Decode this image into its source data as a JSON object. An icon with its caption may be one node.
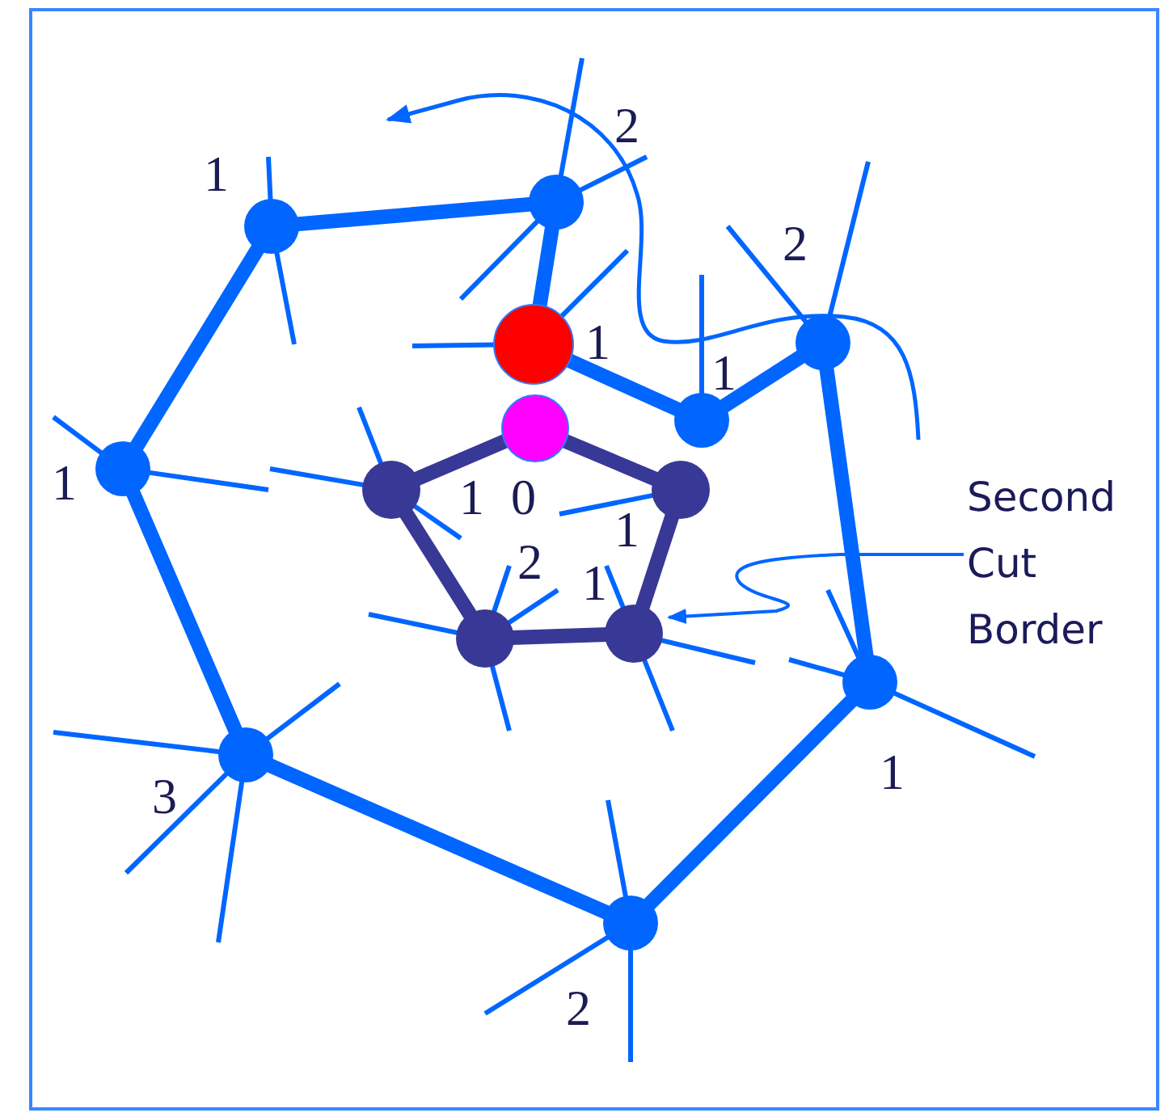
{
  "diagram": {
    "nodes": [
      {
        "text": [],
        "shape": "circle",
        "beside": [
          "2"
        ]
      },
      {
        "text": [],
        "shape": "circle",
        "beside": [
          "1"
        ]
      },
      {
        "text": [],
        "shape": "circle",
        "beside": [
          "2"
        ]
      },
      {
        "text": [],
        "shape": "circle",
        "beside": [
          "1"
        ]
      },
      {
        "text": [],
        "shape": "circle",
        "beside": [
          "1"
        ]
      },
      {
        "text": [],
        "shape": "circle",
        "beside": [
          "0"
        ]
      },
      {
        "text": [],
        "shape": "circle",
        "beside": [
          "1"
        ]
      },
      {
        "text": [],
        "shape": "circle",
        "beside": [
          "1"
        ]
      },
      {
        "text": [],
        "shape": "circle",
        "beside": [
          "1"
        ]
      },
      {
        "text": [
          "Second Cut Border"
        ]
      },
      {
        "text": [],
        "shape": "circle",
        "beside": [
          "1"
        ]
      },
      {
        "text": [],
        "shape": "circle",
        "beside": [
          "2"
        ]
      },
      {
        "text": [],
        "shape": "circle",
        "beside": [
          "1"
        ]
      },
      {
        "text": [],
        "shape": "circle",
        "beside": [
          "3"
        ]
      },
      {
        "text": [],
        "shape": "circle",
        "beside": [
          "2"
        ]
      }
    ],
    "edges": [
      {
        "from": 1,
        "to": 0,
        "arrow": "none",
        "style": "thick"
      },
      {
        "from": 0,
        "to": 3,
        "arrow": "none",
        "style": "thick"
      },
      {
        "from": 3,
        "to": 4,
        "arrow": "none",
        "style": "thick"
      },
      {
        "from": 4,
        "to": 2,
        "arrow": "none",
        "style": "thick"
      },
      {
        "from": 2,
        "to": 12,
        "arrow": "none",
        "style": "thick"
      },
      {
        "from": 12,
        "to": 14,
        "arrow": "none",
        "style": "thick"
      },
      {
        "from": 14,
        "to": 13,
        "arrow": "none",
        "style": "thick"
      },
      {
        "from": 13,
        "to": 6,
        "arrow": "none",
        "style": "thick"
      },
      {
        "from": 6,
        "to": 1,
        "arrow": "none",
        "style": "thick"
      },
      {
        "from": 5,
        "to": 7,
        "arrow": "none",
        "style": "thick",
        "color": "#383896"
      },
      {
        "from": 5,
        "to": 8,
        "arrow": "none",
        "style": "thick",
        "color": "#383896"
      },
      {
        "from": 7,
        "to": 11,
        "arrow": "none",
        "style": "thick",
        "color": "#383896"
      },
      {
        "from": 11,
        "to": 10,
        "arrow": "none",
        "style": "thick",
        "color": "#383896"
      },
      {
        "from": 10,
        "to": 8,
        "arrow": "none",
        "style": "thick",
        "color": "#383896"
      },
      {
        "from": 9,
        "to": 10,
        "arrow": "to"
      },
      {
        "from": 0,
        "to": null,
        "arrow": "none"
      },
      {
        "from": 0,
        "to": null,
        "arrow": "none"
      },
      {
        "from": 0,
        "to": null,
        "arrow": "none"
      },
      {
        "from": 1,
        "to": null,
        "arrow": "none"
      },
      {
        "from": 1,
        "to": null,
        "arrow": "none"
      },
      {
        "from": 2,
        "to": null,
        "arrow": "none"
      },
      {
        "from": 2,
        "to": null,
        "arrow": "none"
      },
      {
        "from": 3,
        "to": null,
        "arrow": "none"
      },
      {
        "from": 3,
        "to": null,
        "arrow": "none"
      },
      {
        "from": 4,
        "to": null,
        "arrow": "none"
      },
      {
        "from": 6,
        "to": null,
        "arrow": "none"
      },
      {
        "from": 6,
        "to": null,
        "arrow": "none"
      },
      {
        "from": 7,
        "to": null,
        "arrow": "none"
      },
      {
        "from": 7,
        "to": null,
        "arrow": "none"
      },
      {
        "from": 7,
        "to": null,
        "arrow": "none"
      },
      {
        "from": 8,
        "to": null,
        "arrow": "none"
      },
      {
        "from": 10,
        "to": null,
        "arrow": "none"
      },
      {
        "from": 10,
        "to": null,
        "arrow": "none"
      },
      {
        "from": 10,
        "to": null,
        "arrow": "none"
      },
      {
        "from": 11,
        "to": null,
        "arrow": "none"
      },
      {
        "from": 11,
        "to": null,
        "arrow": "none"
      },
      {
        "from": 11,
        "to": null,
        "arrow": "none"
      },
      {
        "from": 11,
        "to": null,
        "arrow": "none"
      },
      {
        "from": 12,
        "to": null,
        "arrow": "none"
      },
      {
        "from": 12,
        "to": null,
        "arrow": "none"
      },
      {
        "from": 12,
        "to": null,
        "arrow": "none"
      },
      {
        "from": 13,
        "to": null,
        "arrow": "none"
      },
      {
        "from": 13,
        "to": null,
        "arrow": "none"
      },
      {
        "from": 13,
        "to": null,
        "arrow": "none"
      },
      {
        "from": 13,
        "to": null,
        "arrow": "none"
      },
      {
        "from": 14,
        "to": null,
        "arrow": "none"
      },
      {
        "from": 14,
        "to": null,
        "arrow": "none"
      },
      {
        "from": 14,
        "to": null,
        "arrow": "none"
      }
    ]
  }
}
